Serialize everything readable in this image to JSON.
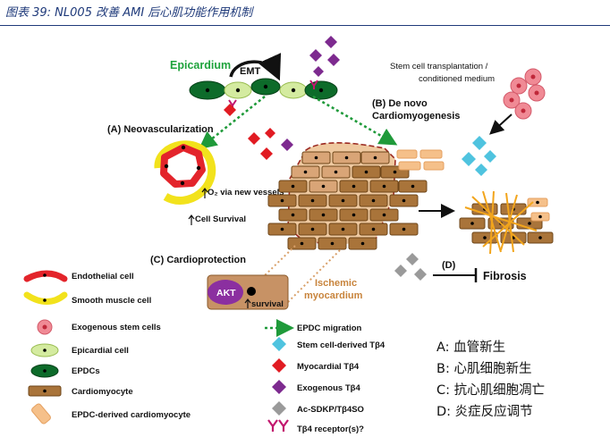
{
  "caption": "图表 39:  NL005 改善 AMI 后心肌功能作用机制",
  "diagram": {
    "epicardium": "Epicardium",
    "emt": "EMT",
    "stem_cell_transplant": [
      "Stem cell transplantation /",
      "conditioned medium"
    ],
    "de_novo_label": "(B) De novo",
    "cardiomyogenesis": "Cardiomyogenesis",
    "neovascularization": "(A) Neovascularization",
    "o2_vessels": "O₂ via new vessels",
    "cell_survival": "Cell Survival",
    "cardioprotection": "(C) Cardioprotection",
    "akt": "AKT",
    "survival": "survival",
    "ischemic": [
      "Ischemic",
      "myocardium"
    ],
    "fibrosis_label": "(D)",
    "fibrosis": "Fibrosis"
  },
  "legend_left": [
    {
      "icon": "endothelial-cell-icon",
      "label": "Endothelial cell"
    },
    {
      "icon": "smooth-muscle-cell-icon",
      "label": "Smooth muscle cell"
    },
    {
      "icon": "exogenous-stem-cell-icon",
      "label": "Exogenous stem cells"
    },
    {
      "icon": "epicardial-cell-icon",
      "label": "Epicardial cell"
    },
    {
      "icon": "epdc-icon",
      "label": "EPDCs"
    },
    {
      "icon": "cardiomyocyte-icon",
      "label": "Cardiomyocyte"
    },
    {
      "icon": "epdc-derived-cardiomyocyte-icon",
      "label": "EPDC-derived cardiomyocyte"
    }
  ],
  "legend_right": [
    {
      "icon": "epdc-migration-arrow-icon",
      "label": "EPDC migration"
    },
    {
      "icon": "cyan-diamond-icon",
      "label": "Stem cell-derived Tβ4"
    },
    {
      "icon": "red-diamond-icon",
      "label": "Myocardial Tβ4"
    },
    {
      "icon": "purple-diamond-icon",
      "label": "Exogenous Tβ4"
    },
    {
      "icon": "gray-diamond-icon",
      "label": "Ac-SDKP/Tβ4SO"
    },
    {
      "icon": "receptor-icon",
      "label": "Tβ4 receptor(s)?"
    }
  ],
  "abbreviations": [
    "A:  血管新生",
    "B:  心肌细胞新生",
    "C:  抗心肌细胞凋亡",
    "D:  炎症反应调节"
  ],
  "colors": {
    "caption": "#1f3a7a",
    "epicardium_text": "#1fa33c",
    "epdc_green": "#0d6b2a",
    "epicardial_light": "#d4eba0",
    "cardiomyocyte": "#a9743a",
    "epdc_derived": "#f5c08a",
    "red_diamond": "#e11b22",
    "purple_diamond": "#7d2a8f",
    "cyan_diamond": "#4fc3df",
    "gray_diamond": "#9a9a9a",
    "endothelial": "#e3242b",
    "smooth_muscle": "#f2e21c",
    "stem_cell": "#f08a95",
    "ischemic_text": "#c8843c",
    "receptor": "#c2176e"
  }
}
